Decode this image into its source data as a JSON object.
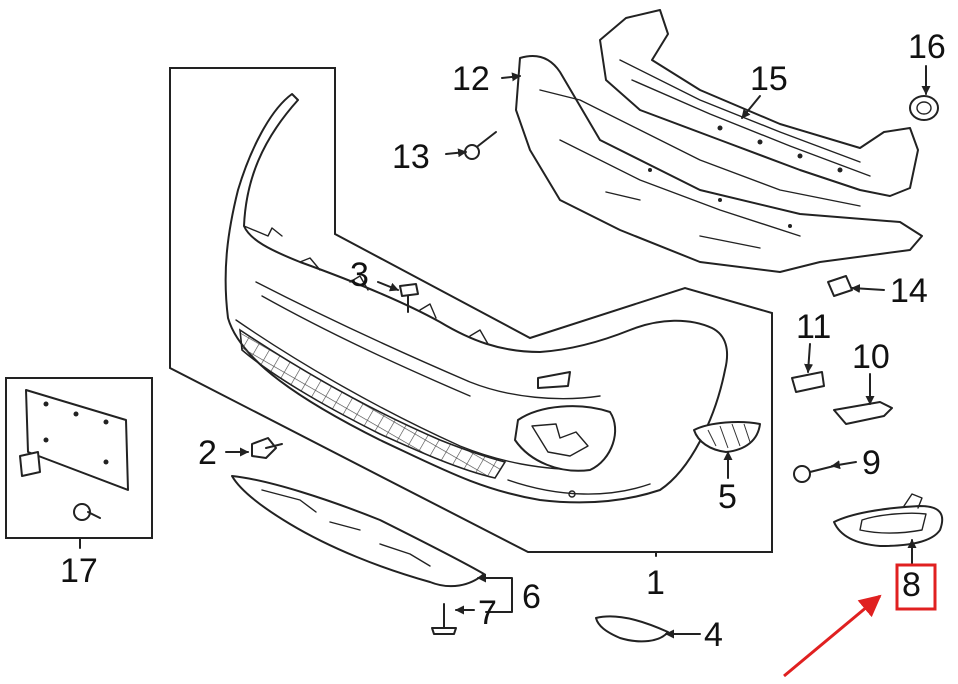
{
  "diagram": {
    "callouts": {
      "c1": "1",
      "c2": "2",
      "c3": "3",
      "c4": "4",
      "c5": "5",
      "c6": "6",
      "c7": "7",
      "c8": "8",
      "c9": "9",
      "c10": "10",
      "c11": "11",
      "c12": "12",
      "c13": "13",
      "c14": "14",
      "c15": "15",
      "c16": "16",
      "c17": "17"
    },
    "highlight": {
      "callout": "8",
      "box_color": "#e02020",
      "arrow_color": "#e02020"
    }
  }
}
